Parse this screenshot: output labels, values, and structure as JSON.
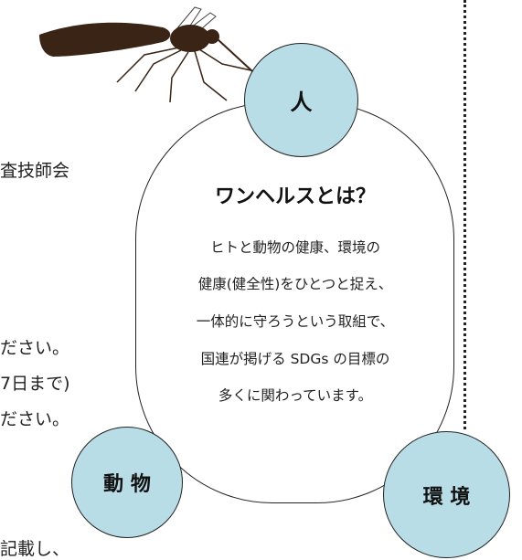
{
  "left_fragments": [
    "査技師会",
    "ださい。",
    "7日まで)",
    "ださい。",
    "記載し、"
  ],
  "panel": {
    "title": "ワンヘルスとは？",
    "lines": [
      "ヒトと動物の健康、環境の",
      "健康(健全性)をひとつと捉え、",
      "一体的に守ろうという取組で、",
      "国連が掲げる SDGs の目標の",
      "多くに関わっています。"
    ]
  },
  "circles": {
    "human": "人",
    "animal": "動 物",
    "environment": "環 境"
  },
  "colors": {
    "circle_fill": "#b9dde6",
    "mosquito": "#3a2416"
  },
  "icons": [
    "mosquito-icon"
  ]
}
